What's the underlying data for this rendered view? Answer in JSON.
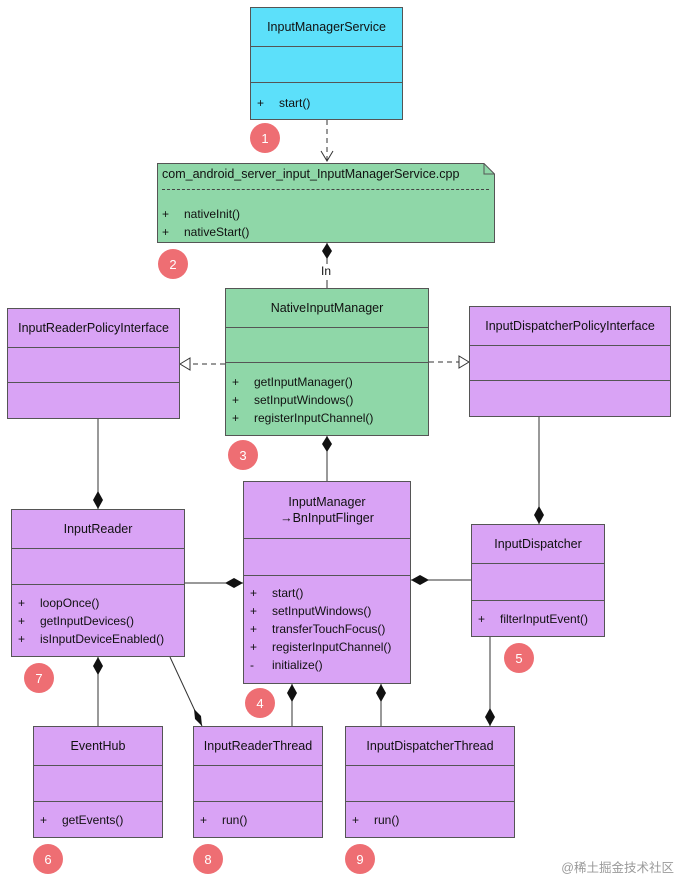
{
  "classes": {
    "input_manager_service": {
      "name": "InputManagerService",
      "ops": [
        {
          "vis": "+",
          "name": "start()"
        }
      ]
    },
    "native_input_manager": {
      "name": "NativeInputManager",
      "ops": [
        {
          "vis": "+",
          "name": "getInputManager()"
        },
        {
          "vis": "+",
          "name": "setInputWindows()"
        },
        {
          "vis": "+",
          "name": "registerInputChannel()"
        }
      ]
    },
    "input_reader_policy": {
      "name": "InputReaderPolicyInterface"
    },
    "input_dispatcher_policy": {
      "name": "InputDispatcherPolicyInterface"
    },
    "input_manager": {
      "name": "InputManager",
      "subtitle": "→BnInputFlinger",
      "ops": [
        {
          "vis": "+",
          "name": "start()"
        },
        {
          "vis": "+",
          "name": "setInputWindows()"
        },
        {
          "vis": "+",
          "name": "transferTouchFocus()"
        },
        {
          "vis": "+",
          "name": "registerInputChannel()"
        },
        {
          "vis": "-",
          "name": "initialize()"
        }
      ]
    },
    "input_reader": {
      "name": "InputReader",
      "ops": [
        {
          "vis": "+",
          "name": "loopOnce()"
        },
        {
          "vis": "+",
          "name": "getInputDevices()"
        },
        {
          "vis": "+",
          "name": "isInputDeviceEnabled()"
        }
      ]
    },
    "input_dispatcher": {
      "name": "InputDispatcher",
      "ops": [
        {
          "vis": "+",
          "name": "filterInputEvent()"
        }
      ]
    },
    "event_hub": {
      "name": "EventHub",
      "ops": [
        {
          "vis": "+",
          "name": "getEvents()"
        }
      ]
    },
    "input_reader_thread": {
      "name": "InputReaderThread",
      "ops": [
        {
          "vis": "+",
          "name": "run()"
        }
      ]
    },
    "input_dispatcher_thread": {
      "name": "InputDispatcherThread",
      "ops": [
        {
          "vis": "+",
          "name": "run()"
        }
      ]
    }
  },
  "note": {
    "title": "com_android_server_input_InputManagerService.cpp",
    "ops": [
      {
        "vis": "+",
        "name": "nativeInit()"
      },
      {
        "vis": "+",
        "name": "nativeStart()"
      }
    ]
  },
  "relation_label": "In",
  "badges": [
    "1",
    "2",
    "3",
    "4",
    "5",
    "6",
    "7",
    "8",
    "9"
  ],
  "watermark": "@稀土掘金技术社区",
  "colors": {
    "class_purple": "#d9a3f5",
    "service_cyan": "#5ce0fa",
    "native_green": "#8fd7a8",
    "badge_red": "#ee6e73"
  }
}
